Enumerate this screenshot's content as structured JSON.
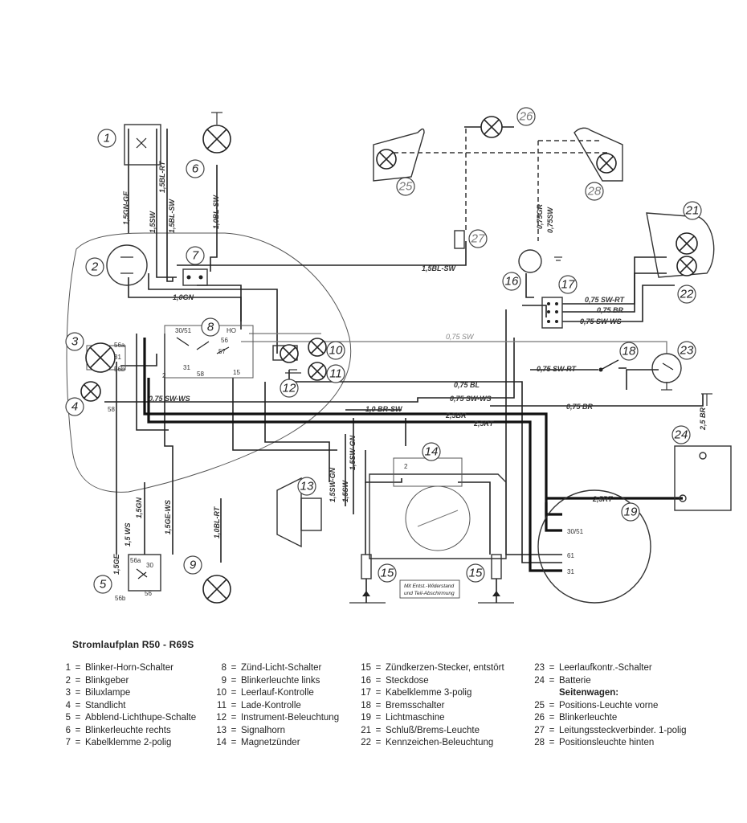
{
  "title": "Stromlaufplan R50 - R69S",
  "component_numbers": [
    "1",
    "2",
    "3",
    "4",
    "5",
    "6",
    "7",
    "8",
    "9",
    "10",
    "11",
    "12",
    "13",
    "14",
    "15",
    "15",
    "16",
    "17",
    "18",
    "19",
    "21",
    "22",
    "23",
    "24",
    "25",
    "26",
    "27",
    "28"
  ],
  "wire_labels": {
    "w1": "1,5GN-GE",
    "w2": "1,5SW",
    "w3": "1,5BL-RT",
    "w4": "1,5BL-SW",
    "w5": "1,0BL-SW",
    "w6": "1,0GN",
    "w7": "1,5BL-SW",
    "w8": "0,75 SW",
    "w9": "0,75 BL",
    "w10": "0,75 SW-WS",
    "w11": "0,75 SW-WS",
    "w12": "1,0 BR-SW",
    "w13": "2,5BR",
    "w14": "2,5RT",
    "w15": "0,75 BR",
    "w16": "0,75 SW-RT",
    "w17": "0,75 BR",
    "w18": "0,75 SW-WS",
    "w19": "0,75 SW-RT",
    "w20": "0,75GR",
    "w21": "0,75SW",
    "w22": "2,5 BR",
    "w23": "2,5RT",
    "w24": "1,5GN",
    "w25": "1,5 WS",
    "w26": "1,5GE",
    "w27": "1,5GE-WS",
    "w28": "1,0BL-RT",
    "w29": "1,5SW-GN",
    "w30": "1,5SW-GN",
    "w31": "1,5SW"
  },
  "pins": {
    "p56a": "56a",
    "p31a": "31",
    "p56b": "56b",
    "p58": "58",
    "p3051": "30/51",
    "pHO": "HO",
    "p56": "56",
    "p57": "57",
    "p15": "15",
    "p2": "2",
    "p31b": "31",
    "p58b": "58",
    "p56a5": "56a",
    "p30": "30",
    "p56b5": "56b",
    "p56c": "56",
    "p2m": "2",
    "g3051": "30/51",
    "g61": "61",
    "g31": "31"
  },
  "notes": {
    "spark_note_1": "Mit Entst.-Widerstand",
    "spark_note_2": "und Teil-Abschirmung"
  },
  "legend": {
    "col1": [
      {
        "num": "1",
        "text": "Blinker-Horn-Schalter"
      },
      {
        "num": "2",
        "text": "Blinkgeber"
      },
      {
        "num": "3",
        "text": "Biluxlampe"
      },
      {
        "num": "4",
        "text": "Standlicht"
      },
      {
        "num": "5",
        "text": "Abblend-Lichthupe-Schalte"
      },
      {
        "num": "6",
        "text": "Blinkerleuchte rechts"
      },
      {
        "num": "7",
        "text": "Kabelklemme 2-polig"
      }
    ],
    "col2": [
      {
        "num": "8",
        "text": "Zünd-Licht-Schalter"
      },
      {
        "num": "9",
        "text": "Blinkerleuchte links"
      },
      {
        "num": "10",
        "text": "Leerlauf-Kontrolle"
      },
      {
        "num": "11",
        "text": "Lade-Kontrolle"
      },
      {
        "num": "12",
        "text": "Instrument-Beleuchtung"
      },
      {
        "num": "13",
        "text": "Signalhorn"
      },
      {
        "num": "14",
        "text": "Magnetzünder"
      }
    ],
    "col3": [
      {
        "num": "15",
        "text": "Zündkerzen-Stecker, entstört"
      },
      {
        "num": "16",
        "text": "Steckdose"
      },
      {
        "num": "17",
        "text": "Kabelklemme 3-polig"
      },
      {
        "num": "18",
        "text": "Bremsschalter"
      },
      {
        "num": "19",
        "text": "Lichtmaschine"
      },
      {
        "num": "21",
        "text": "Schluß/Brems-Leuchte"
      },
      {
        "num": "22",
        "text": "Kennzeichen-Beleuchtung"
      }
    ],
    "col4_a": [
      {
        "num": "23",
        "text": "Leerlaufkontr.-Schalter"
      },
      {
        "num": "24",
        "text": "Batterie"
      }
    ],
    "sidecar_heading": "Seitenwagen:",
    "col4_b": [
      {
        "num": "25",
        "text": "Positions-Leuchte vorne"
      },
      {
        "num": "26",
        "text": "Blinkerleuchte"
      },
      {
        "num": "27",
        "text": "Leitungssteckverbinder. 1-polig"
      },
      {
        "num": "28",
        "text": "Positionsleuchte hinten"
      }
    ]
  }
}
